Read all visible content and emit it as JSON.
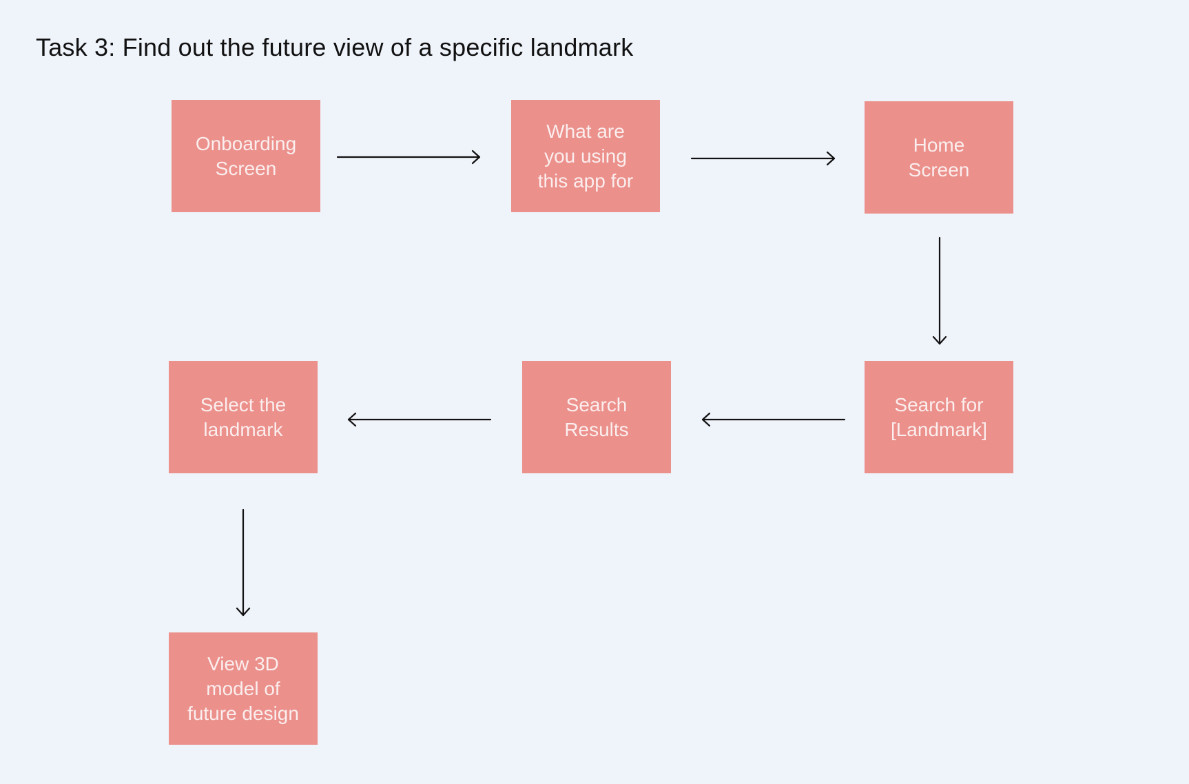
{
  "diagram": {
    "title": "Task 3: Find out the future view of a specific landmark",
    "node_color": "#eb908b",
    "node_text_color": "#fbeeee",
    "background_color": "#eff3fa",
    "arrow_color": "#111111",
    "nodes": [
      {
        "id": "onboarding",
        "label": "Onboarding\nScreen"
      },
      {
        "id": "usage",
        "label": "What are\nyou using\nthis app for"
      },
      {
        "id": "home",
        "label": "Home\nScreen"
      },
      {
        "id": "search_for",
        "label": "Search for\n[Landmark]"
      },
      {
        "id": "results",
        "label": "Search\nResults"
      },
      {
        "id": "select",
        "label": "Select the\nlandmark"
      },
      {
        "id": "view3d",
        "label": "View 3D\nmodel of\nfuture design"
      }
    ],
    "edges": [
      {
        "from": "onboarding",
        "to": "usage"
      },
      {
        "from": "usage",
        "to": "home"
      },
      {
        "from": "home",
        "to": "search_for"
      },
      {
        "from": "search_for",
        "to": "results"
      },
      {
        "from": "results",
        "to": "select"
      },
      {
        "from": "select",
        "to": "view3d"
      }
    ]
  }
}
